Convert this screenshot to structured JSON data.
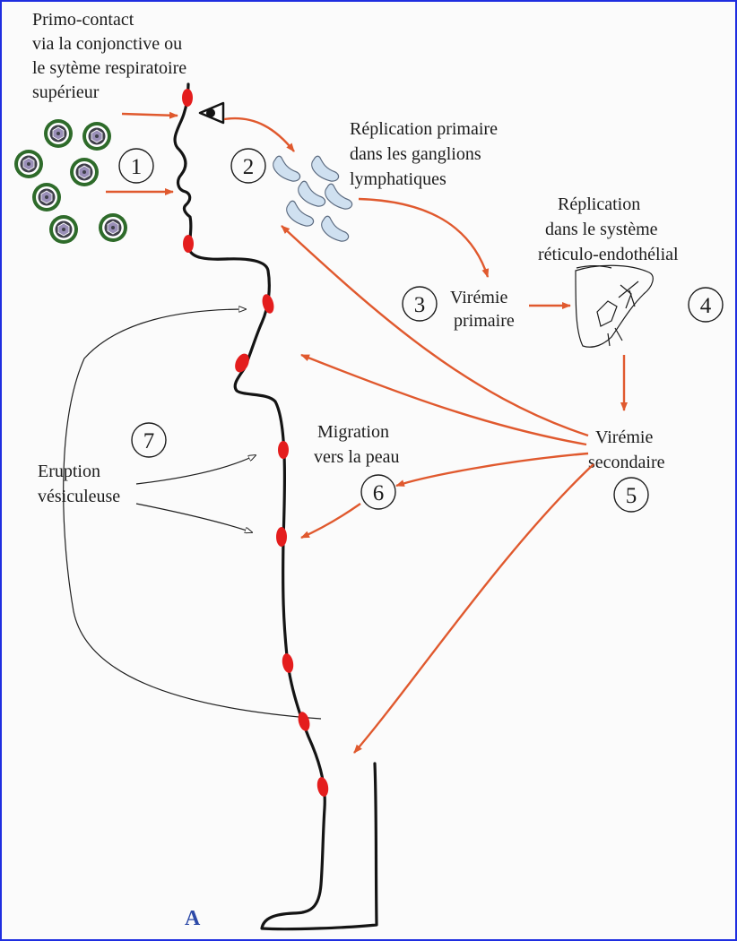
{
  "labels": {
    "primo_contact": [
      "Primo-contact",
      "via la conjonctive ou",
      "le sytème respiratoire",
      "supérieur"
    ],
    "replication_primaire": [
      "Réplication primaire",
      "dans les ganglions",
      "lymphatiques"
    ],
    "replication_sre": [
      "Réplication",
      "dans le système",
      "réticulo-endothélial"
    ],
    "viremie_primaire": [
      "Virémie",
      "primaire"
    ],
    "viremie_secondaire": [
      "Virémie",
      "secondaire"
    ],
    "migration": [
      "Migration",
      "vers la peau"
    ],
    "eruption": [
      "Eruption",
      "vésiculeuse"
    ],
    "figure_letter": "A"
  },
  "steps": [
    "1",
    "2",
    "3",
    "4",
    "5",
    "6",
    "7"
  ],
  "icons": {
    "virus": "virus-particle-icon",
    "eye": "eye-icon",
    "lymph_node": "lymph-node-icon",
    "liver": "liver-icon",
    "lesion": "skin-lesion-icon"
  },
  "colors": {
    "arrow_red": "#e0592e",
    "lesion_red": "#e41d1d",
    "virus_green": "#2e6b2a",
    "node_blue": "#cfe0f0",
    "frame_blue": "#1f2ee0",
    "figure_letter": "#2d4aa8"
  }
}
